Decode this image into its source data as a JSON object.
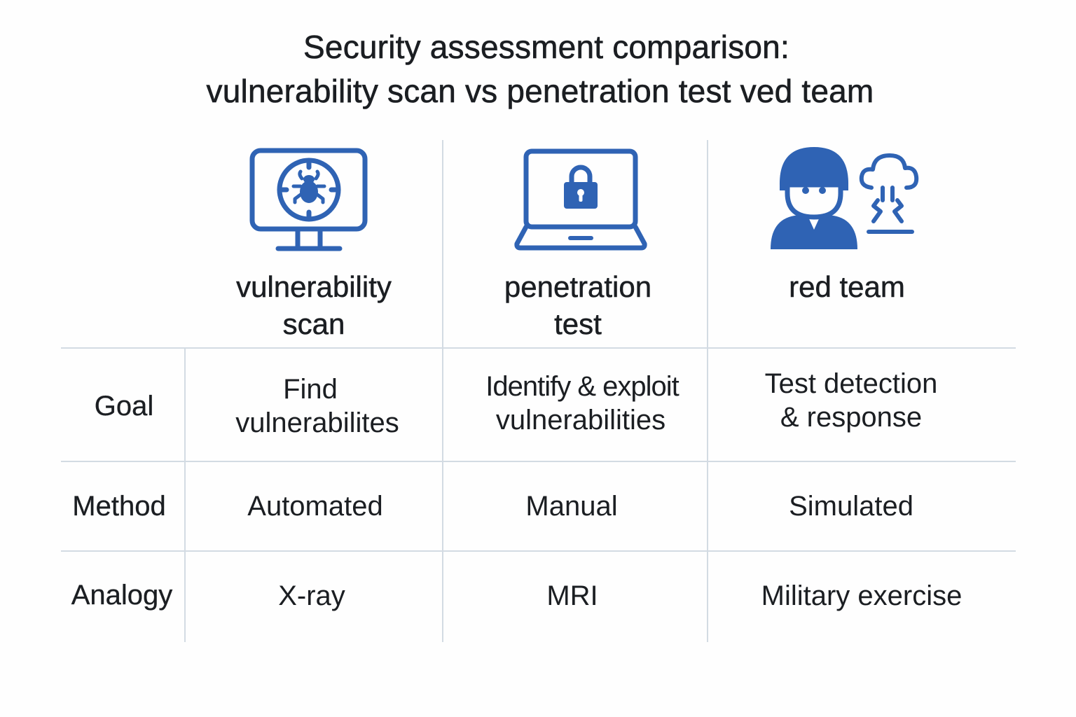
{
  "title": {
    "line1": "Security assessment comparison:",
    "line2": "vulnerability scan vs penetration test ved team"
  },
  "colors": {
    "icon_blue": "#2f63b4",
    "text": "#1b1e22",
    "grid": "#d3dbe3",
    "background": "#fefefe"
  },
  "columns": [
    {
      "icon": "monitor-bug-target-icon",
      "label_line1": "vulnerability",
      "label_line2": "scan"
    },
    {
      "icon": "laptop-lock-icon",
      "label_line1": "penetration",
      "label_line2": "test"
    },
    {
      "icon": "soldier-explosion-icon",
      "label_line1": "red team",
      "label_line2": ""
    }
  ],
  "rows": [
    {
      "label": "Goal",
      "cells": [
        {
          "line1": "Find",
          "line2": "vulnerabilites"
        },
        {
          "line1": "Identify & exploit",
          "line2": "vulnerabilities"
        },
        {
          "line1": "Test detection",
          "line2": "& response"
        }
      ]
    },
    {
      "label": "Method",
      "cells": [
        {
          "line1": "Automated",
          "line2": ""
        },
        {
          "line1": "Manual",
          "line2": ""
        },
        {
          "line1": "Simulated",
          "line2": ""
        }
      ]
    },
    {
      "label": "Analogy",
      "cells": [
        {
          "line1": "X-ray",
          "line2": ""
        },
        {
          "line1": "MRI",
          "line2": ""
        },
        {
          "line1": "Military exercise",
          "line2": ""
        }
      ]
    }
  ]
}
